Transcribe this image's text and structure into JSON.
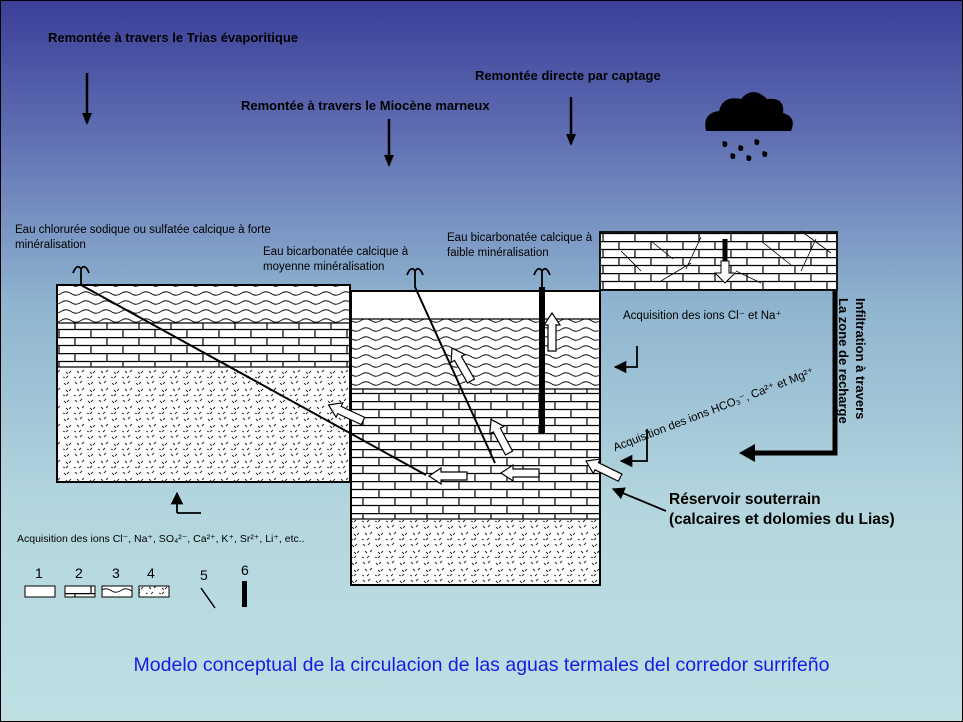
{
  "ascent": {
    "trias": "Remontée à travers le Trias évaporitique",
    "miocene": "Remontée à travers le Miocène marneux",
    "direct": "Remontée directe par captage"
  },
  "waters": {
    "chloride": "Eau chlorurée sodique ou sulfatée calcique à forte minéralisation",
    "medium": "Eau bicarbonatée calcique à moyenne minéralisation",
    "weak": "Eau bicarbonatée calcique à faible minéralisation"
  },
  "acquisition": {
    "cl_na": "Acquisition des ions Cl⁻ et Na⁺",
    "hco3": "Acquisition des ions HCO₃⁻, Ca²⁺ et Mg²⁺",
    "trias_ions": "Acquisition des ions Cl⁻, Na⁺, SO₄²⁻, Ca²⁺, K⁺, Sr²⁺, Li⁺, etc.."
  },
  "infiltration": {
    "line1": "Infiltration à travers",
    "line2": "La zone de recharge"
  },
  "reservoir": {
    "line1": "Réservoir souterrain",
    "line2": "(calcaires et dolomies du Lias)"
  },
  "legend": [
    "1",
    "2",
    "3",
    "4",
    "5",
    "6"
  ],
  "caption": "Modelo conceptual de la circulacion de las aguas termales del corredor surrifeño",
  "colors": {
    "caption": "#1a1ae6",
    "sky_top": "#3b3f98",
    "sky_bottom": "#bedfe2"
  }
}
